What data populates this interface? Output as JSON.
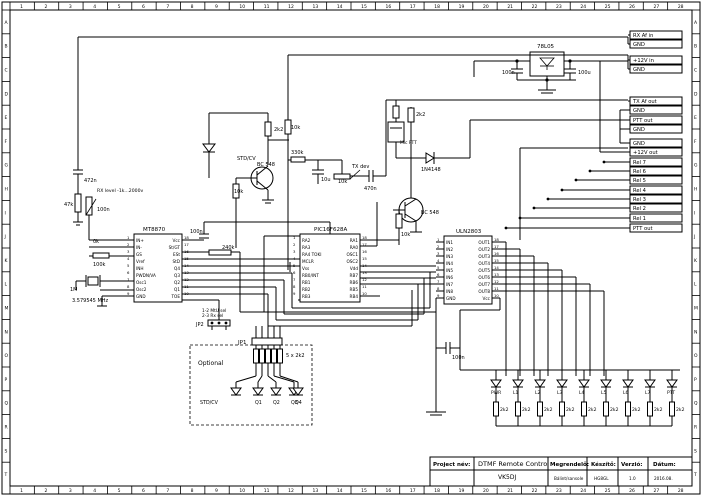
{
  "frame": {
    "columns": [
      "1",
      "2",
      "3",
      "4",
      "5",
      "6",
      "7",
      "8",
      "9",
      "10",
      "11",
      "12",
      "13",
      "14",
      "15",
      "16",
      "17",
      "18",
      "19",
      "20",
      "21",
      "22",
      "23",
      "24",
      "25",
      "26",
      "27",
      "28"
    ],
    "rows": [
      "A",
      "B",
      "C",
      "D",
      "E",
      "F",
      "G",
      "H",
      "I",
      "J",
      "K",
      "L",
      "M",
      "N",
      "O",
      "P",
      "Q",
      "R",
      "S",
      "T"
    ]
  },
  "connectors": {
    "right": [
      "RX Af in",
      "GND",
      "+12V in",
      "GND",
      "TX Af out",
      "GND",
      "PTT out",
      "GND",
      "GND",
      "+12V out",
      "Rel 7",
      "Rel 6",
      "Rel 5",
      "Rel 4",
      "Rel 3",
      "Rel 2",
      "Rel 1",
      "PTT out"
    ]
  },
  "regulator": {
    "name": "78L05",
    "c_in": "100n",
    "c_out": "100u"
  },
  "ics": {
    "mt": {
      "name": "MT8870",
      "left_pins": [
        "IN+",
        "IN-",
        "GS",
        "Vref",
        "INH",
        "PWDN/VA",
        "Osc1",
        "Osc2",
        "GND"
      ],
      "left_nums": [
        "1",
        "2",
        "3",
        "4",
        "5",
        "6",
        "7",
        "8",
        "9"
      ],
      "right_pins": [
        "Vcc",
        "St/GT",
        "ESt",
        "StD",
        "Q4",
        "Q3",
        "Q2",
        "Q1",
        "TOE"
      ],
      "right_nums": [
        "18",
        "17",
        "16",
        "15",
        "14",
        "13",
        "12",
        "11",
        "10"
      ]
    },
    "pic": {
      "name": "PIC16F628A",
      "left_pins": [
        "RA2",
        "RA3",
        "RA4 TOKI",
        "MCLR",
        "Vss",
        "RB0/INT",
        "RB1",
        "RB2",
        "RB3"
      ],
      "left_nums": [
        "1",
        "2",
        "3",
        "4",
        "5",
        "6",
        "7",
        "8",
        "9"
      ],
      "right_pins": [
        "RA1",
        "RA0",
        "OSC1",
        "OSC2",
        "Vdd",
        "RB7",
        "RB6",
        "RB5",
        "RB4"
      ],
      "right_nums": [
        "18",
        "17",
        "16",
        "15",
        "14",
        "13",
        "12",
        "11",
        "10"
      ]
    },
    "uln": {
      "name": "ULN2803",
      "left_pins": [
        "IN1",
        "IN2",
        "IN3",
        "IN4",
        "IN5",
        "IN6",
        "IN7",
        "IN8",
        "GND"
      ],
      "left_nums": [
        "1",
        "2",
        "3",
        "4",
        "5",
        "6",
        "7",
        "8",
        "9"
      ],
      "right_pins": [
        "OUT1",
        "OUT2",
        "OUT3",
        "OUT4",
        "OUT5",
        "OUT6",
        "OUT7",
        "OUT8",
        "Vcc"
      ],
      "right_nums": [
        "18",
        "17",
        "16",
        "15",
        "14",
        "13",
        "12",
        "11",
        "10"
      ]
    }
  },
  "parts": {
    "c_472n": "472n",
    "r_47k": "47k",
    "c_100n_a": "100n",
    "r_rx_level": "RX level -1k...2000v",
    "r_0k": "0k",
    "r_100k": "100k",
    "c_1m": "1M",
    "xtal": "3.579545 MHz",
    "c_100n_mt": "100n",
    "r_240k": "240k",
    "r_2k2_a": "2k2",
    "r_10k_a": "10k",
    "led_std": "STD/CV",
    "q1": "BC 548",
    "r_330k": "330k",
    "c_10u": "10u",
    "r_10k_b": "10k",
    "tx_dev": "TX dev",
    "c_470n": "470n",
    "r_10k_c": "10k",
    "r_2k2_b": "2k2",
    "relay": "Mic PTT",
    "diode": "1N4148",
    "q2": "BC 548",
    "r_10k_d": "10k",
    "jp2": "JP2",
    "jp2_note1": "1-2 MtU sel",
    "jp2_note2": "2-3 Rx sel",
    "jp1": "JP1",
    "rnet": "5 x 2k2",
    "optional": "Optional",
    "c_100n_b": "100n"
  },
  "leds_optional": [
    "STD/CV",
    "Q1",
    "Q2",
    "Q3",
    "Q4"
  ],
  "leds_bottom": [
    "PWR",
    "L1",
    "L2",
    "L3",
    "L4",
    "L5",
    "L6",
    "L7",
    "PTT"
  ],
  "res_bottom": [
    "2k2",
    "2k2",
    "2k2",
    "2k2",
    "2k2",
    "2k2",
    "2k2",
    "2k2",
    "2k2"
  ],
  "title_block": {
    "project_label": "Project név:",
    "project": "DTMF Remote Control",
    "author": "VK5DJ",
    "designer_label": "Megrendelő:",
    "designer": "Bálint/sansole",
    "checked_label": "Készítő:",
    "checked": "HG8GL",
    "version_label": "Verzió:",
    "version": "1.0",
    "date_label": "Dátum:",
    "date": "2016.08."
  }
}
